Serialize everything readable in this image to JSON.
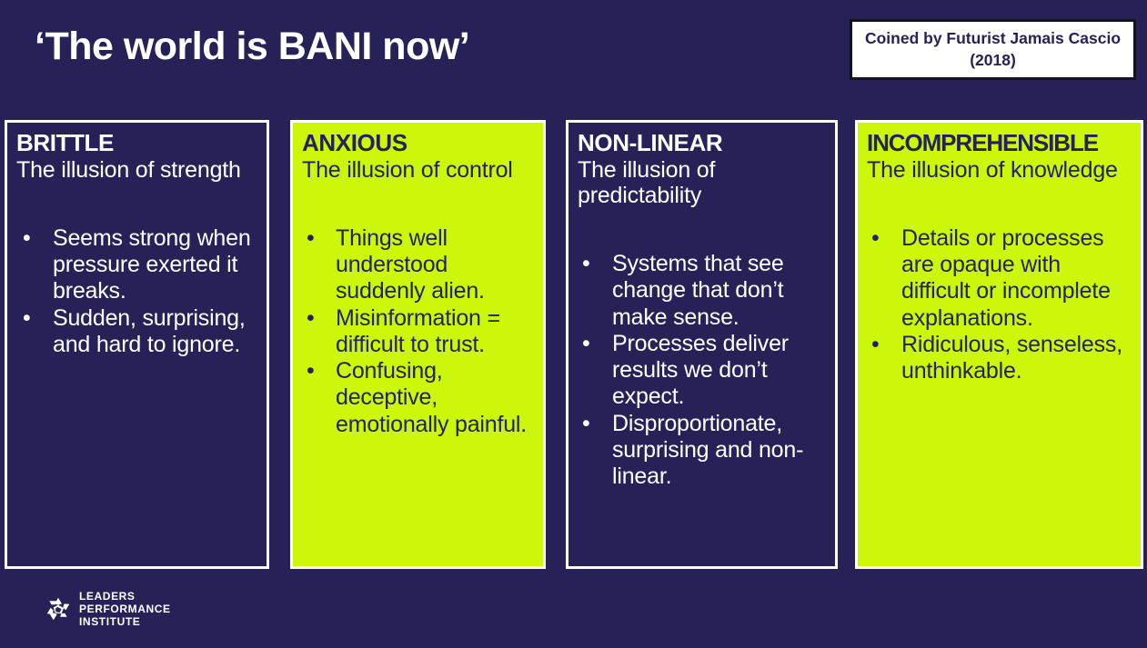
{
  "slide": {
    "background_color": "#262257",
    "accent_color": "#ccf70a",
    "title": "‘The world is BANI now’",
    "attribution": "Coined by Futurist Jamais Cascio (2018)"
  },
  "cards": [
    {
      "term": "BRITTLE",
      "subtitle": "The illusion of strength",
      "theme": "dark",
      "bullets": [
        "Seems strong when pressure exerted it breaks.",
        "Sudden, surprising, and hard to ignore."
      ]
    },
    {
      "term": "ANXIOUS",
      "subtitle": "The illusion of control",
      "theme": "lime",
      "bullets": [
        "Things well understood suddenly alien.",
        "Misinformation = difficult to trust.",
        "Confusing, deceptive, emotionally painful."
      ]
    },
    {
      "term": "NON-LINEAR",
      "subtitle": "The illusion of predictability",
      "theme": "dark",
      "bullets": [
        "Systems that see change that don’t make sense.",
        "Processes deliver results we don’t expect.",
        "Disproportionate, surprising and non-linear."
      ]
    },
    {
      "term": "INCOMPREHENSIBLE",
      "subtitle": "The illusion of knowledge",
      "theme": "lime",
      "bullets": [
        "Details or processes are opaque with difficult or incomplete explanations.",
        "Ridiculous, senseless, unthinkable."
      ]
    }
  ],
  "bullet_glyph": "•",
  "logo": {
    "icon": "pinwheel-star-icon",
    "line_1": "LEADERS",
    "line_2": "PERFORMANCE",
    "line_3": "INSTITUTE"
  }
}
